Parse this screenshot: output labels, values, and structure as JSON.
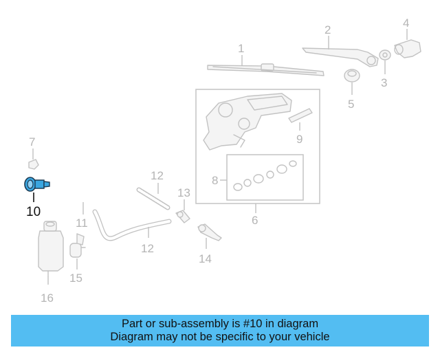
{
  "diagram": {
    "callouts": {
      "c1": "1",
      "c2": "2",
      "c3": "3",
      "c4": "4",
      "c5": "5",
      "c6": "6",
      "c7": "7",
      "c8": "8",
      "c9": "9",
      "c10": "10",
      "c11": "11",
      "c12a": "12",
      "c12b": "12",
      "c13": "13",
      "c14": "14",
      "c15": "15",
      "c16": "16"
    },
    "highlighted_part": "10",
    "colors": {
      "part_gray": "#c2c2c2",
      "highlight_blue": "#3aa6e0",
      "banner_blue": "#53bdf2"
    }
  },
  "banner": {
    "line1": "Part or sub-assembly is #10 in diagram",
    "line2": "Diagram may not be specific to your vehicle"
  }
}
